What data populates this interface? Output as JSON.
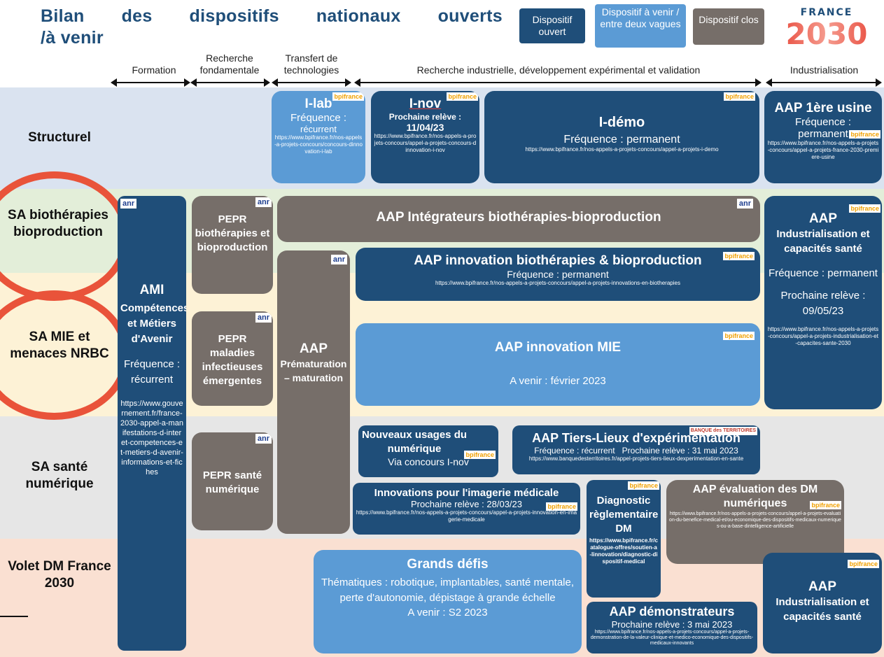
{
  "title_line1": [
    "Bilan",
    "des",
    "dispositifs",
    "nationaux",
    "ouverts"
  ],
  "title_line2": "/à venir",
  "legend": [
    {
      "label": "Dispositif ouvert",
      "color": "#1f4e79"
    },
    {
      "label": "Dispositif à venir / entre deux vagues",
      "color": "#5b9bd5"
    },
    {
      "label": "Dispositif clos",
      "color": "#766e69"
    }
  ],
  "logo": {
    "top": "FRANCE",
    "bottom": "2030"
  },
  "columns": {
    "formation": "Formation",
    "recherche": "Recherche fondamentale",
    "transfert": "Transfert de technologies",
    "industrielle": "Recherche industrielle, développement expérimental et validation",
    "industrialisation": "Industrialisation"
  },
  "rows": {
    "structurel": "Structurel",
    "biotherapies": "SA biothérapies bioproduction",
    "mie": "SA MIE et menaces NRBC",
    "sante_numerique": "SA santé numérique",
    "volet_dm": "Volet DM France 2030"
  },
  "badges": {
    "bpi": "bpifrance",
    "anr": "anr",
    "banque": "BANQUE des TERRITOIRES"
  },
  "boxes": {
    "ilab": {
      "title": "I-lab",
      "freq": "Fréquence :",
      "freq_val": "récurrent",
      "url": "https://www.bpifrance.fr/nos-appels-a-projets-concours/concours-dinnovation-i-lab"
    },
    "inov": {
      "title": "I-nov",
      "releve": "Prochaine relève :",
      "date": "11/04/23",
      "url": "https://www.bpifrance.fr/nos-appels-a-projets-concours/appel-a-projets-concours-dinnovation-i-nov"
    },
    "idemo": {
      "title": "I-démo",
      "freq": "Fréquence : permanent",
      "url": "https://www.bpifrance.fr/nos-appels-a-projets-concours/appel-a-projets-i-demo"
    },
    "premiere_usine": {
      "title": "AAP 1ère usine",
      "freq": "Fréquence :",
      "freq_val": "permanent",
      "url": "https://www.bpifrance.fr/nos-appels-a-projets-concours/appel-a-projets-france-2030-premiere-usine"
    },
    "ami": {
      "title": "AMI",
      "subtitle": "Compétences et Métiers d'Avenir",
      "freq": "Fréquence : récurrent",
      "url": "https://www.gouvernement.fr/france-2030-appel-a-manifestations-d-interet-competences-et-metiers-d-avenir-informations-et-fiches"
    },
    "pepr_bio": {
      "title": "PEPR biothérapies et bioproduction"
    },
    "integrateurs": {
      "title": "AAP Intégrateurs biothérapies-bioproduction"
    },
    "indus_sante_top": {
      "title": "AAP",
      "subtitle": "Industrialisation et capacités santé",
      "freq": "Fréquence : permanent",
      "releve": "Prochaine relève : 09/05/23",
      "url": "https://www.bpifrance.fr/nos-appels-a-projets-concours/appel-a-projets-industrialisation-et-capacites-sante-2030"
    },
    "innov_bio": {
      "title": "AAP innovation biothérapies & bioproduction",
      "freq": "Fréquence : permanent",
      "url": "https://www.bpifrance.fr/nos-appels-a-projets-concours/appel-a-projets-innovations-en-biotherapies"
    },
    "pepr_mie": {
      "title": "PEPR maladies infectieuses émergentes"
    },
    "prematuration": {
      "title": "AAP",
      "subtitle": "Prématuration – maturation"
    },
    "innov_mie": {
      "title": "AAP innovation MIE",
      "venir": "A venir : février 2023"
    },
    "nouveaux_usages": {
      "title": "Nouveaux usages du numérique",
      "sub": "Via concours I-nov"
    },
    "tiers_lieux": {
      "title": "AAP Tiers-Lieux d'expérimentation",
      "freq": "Fréquence : récurrent",
      "releve": "Prochaine relève : 31 mai 2023",
      "url": "https://www.banquedesterritoires.fr/appel-projets-tiers-lieux-dexperimentation-en-sante"
    },
    "pepr_num": {
      "title": "PEPR santé numérique"
    },
    "imagerie": {
      "title": "Innovations pour l'imagerie médicale",
      "releve": "Prochaine relève : 28/03/23",
      "url": "https://www.bpifrance.fr/nos-appels-a-projets-concours/appel-a-projets-innovation-en-imagerie-medicale"
    },
    "diagnostic": {
      "title": "Diagnostic règlementaire DM",
      "url": "https://www.bpifrance.fr/catalogue-offres/soutien-a-linnovation/diagnostic-dispositif-medical"
    },
    "evaluation": {
      "title": "AAP évaluation des DM numériques",
      "url": "https://www.bpifrance.fr/nos-appels-a-projets-concours/appel-a-projets-evaluation-du-benefice-medical-et/ou-economique-des-dispositifs-medicaux-numeriques-ou-a-base-dintelligence-artificielle"
    },
    "grands_defis": {
      "title": "Grands défis",
      "text": "Thématiques : robotique, implantables, santé mentale, perte d'autonomie, dépistage à grande échelle",
      "venir": "A venir : S2 2023"
    },
    "demonstrateurs": {
      "title": "AAP démonstrateurs",
      "releve": "Prochaine relève : 3 mai 2023",
      "url": "https://www.bpifrance.fr/nos-appels-a-projets-concours/appel-a-projets-demonstration-de-la-valeur-clinique-et-medico-economique-des-dispositifs-medicaux-innovants"
    },
    "indus_sante_bottom": {
      "title": "AAP",
      "subtitle": "Industrialisation et capacités santé"
    }
  }
}
